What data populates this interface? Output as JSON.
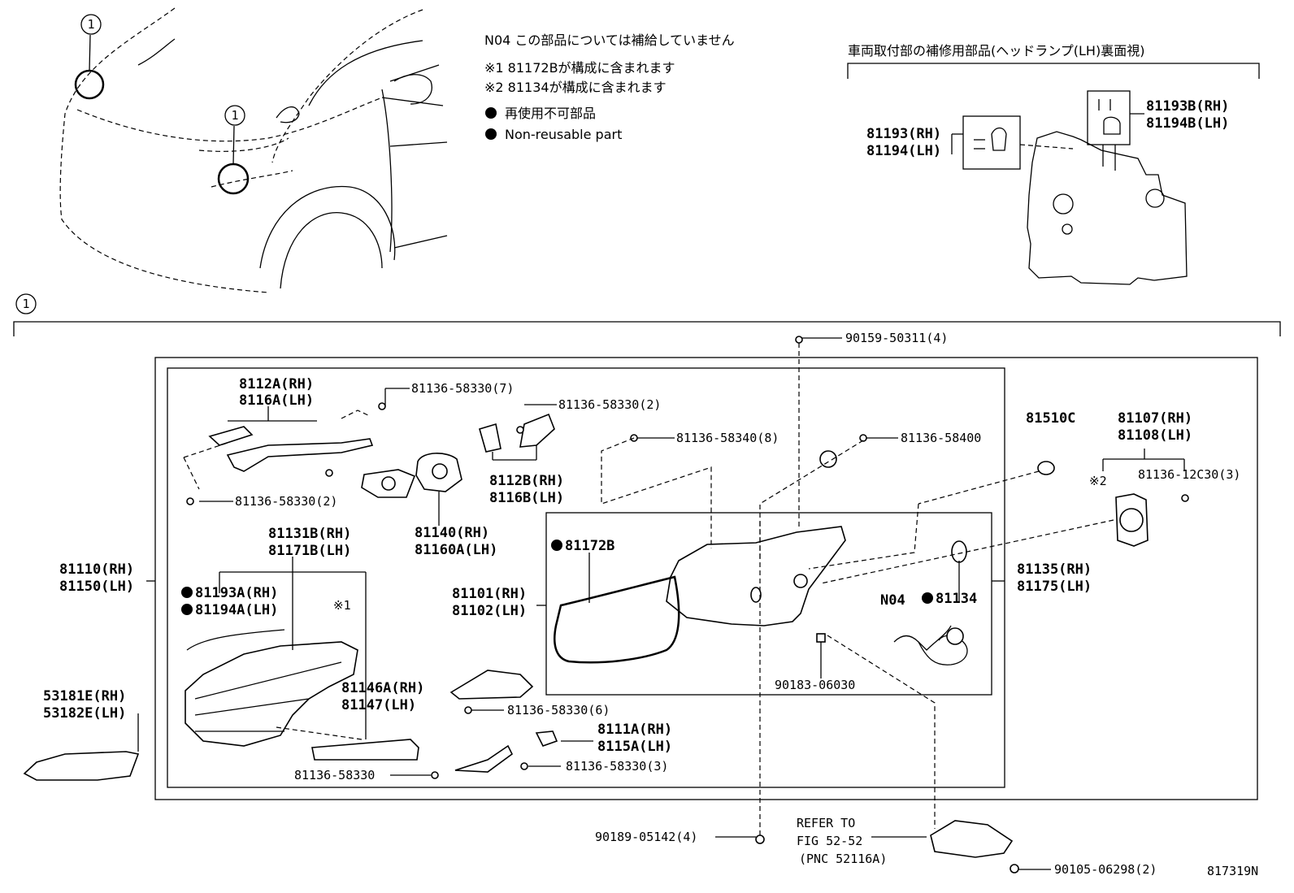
{
  "notes": {
    "n04": "N04 この部品については補給していません",
    "star1": "※1 81172Bが構成に含まれます",
    "star2": "※2 81134が構成に含まれます",
    "nonreuse_ja": "再使用不可部品",
    "nonreuse_en": "Non-reusable part"
  },
  "callouts": {
    "circle1": "1",
    "circle_section": "1"
  },
  "inset": {
    "title": "車両取付部の補修用部品(ヘッドランプ(LH)裏面視)",
    "p81193_rh": "81193(RH)",
    "p81194_lh": "81194(LH)",
    "p81193b_rh": "81193B(RH)",
    "p81194b_lh": "81194B(LH)"
  },
  "labels": {
    "l8112A": "8112A(RH)",
    "l8116A": "8116A(LH)",
    "s58330_7": "81136-58330(7)",
    "s58330_2a": "81136-58330(2)",
    "s58330_2b": "81136-58330(2)",
    "l8112B": "8112B(RH)",
    "l8116B": "8116B(LH)",
    "l81140": "81140(RH)",
    "l81160A": "81160A(LH)",
    "s58340_8": "81136-58340(8)",
    "s58400": "81136-58400",
    "l81510C": "81510C",
    "l81107": "81107(RH)",
    "l81108": "81108(LH)",
    "s12C30_3": "81136-12C30(3)",
    "star2_mark": "※2",
    "star1_mark": "※1",
    "l81131B": "81131B(RH)",
    "l81171B": "81171B(LH)",
    "l81110": "81110(RH)",
    "l81150": "81150(LH)",
    "l81193A": "81193A(RH)",
    "l81194A": "81194A(LH)",
    "l81172B": "81172B",
    "l81101": "81101(RH)",
    "l81102": "81102(LH)",
    "lN04": "N04",
    "l81134": "81134",
    "l81135": "81135(RH)",
    "l81175": "81175(LH)",
    "l53181E": "53181E(RH)",
    "l53182E": "53182E(LH)",
    "l81146A": "81146A(RH)",
    "l81147": "81147(LH)",
    "s58330_6": "81136-58330(6)",
    "s90183": "90183-06030",
    "l8111A": "8111A(RH)",
    "l8115A": "8115A(LH)",
    "s58330": "81136-58330",
    "s58330_3": "81136-58330(3)",
    "s90159": "90159-50311(4)",
    "s90189": "90189-05142(4)",
    "refer1": "REFER TO",
    "refer2": "FIG 52-52",
    "refer3": "(PNC 52116A)",
    "s90105": "90105-06298(2)",
    "figno": "817319N"
  },
  "colors": {
    "ink": "#000000",
    "paper": "#ffffff"
  }
}
